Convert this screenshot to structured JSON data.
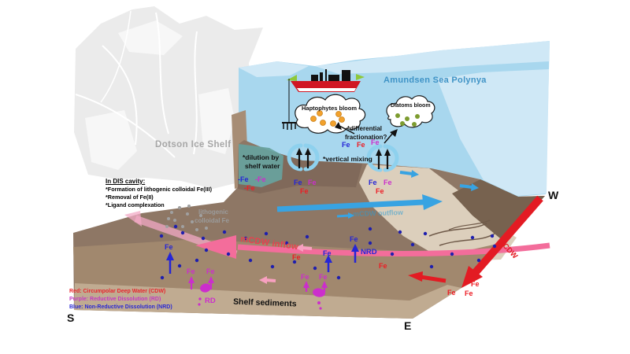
{
  "labels": {
    "dotson": "Dotson Ice Shelf",
    "polynya": "Amundsen Sea Polynya",
    "haptophytes": "Haptophytes bloom",
    "diatoms": "Diatoms bloom",
    "differential_1": "*differential",
    "differential_2": "fractionation?",
    "vertical_mixing": "*vertical mixing",
    "dilution_1": "*dilution by",
    "dilution_2": "shelf water",
    "lithogenic_1": "lithogenic",
    "lithogenic_2": "colloidal Fe",
    "mcdw_inflow": "mCDW inflow",
    "mcdw_outflow": "mCDW outflow",
    "cdw": "CDW",
    "nrd": "NRD",
    "rd": "RD",
    "shelf_sediments": "Shelf sediments"
  },
  "dis_cavity": {
    "header": "In DIS cavity:",
    "items": [
      "*Formation of lithogenic colloidal Fe(III)",
      "*Removal of Fe(II)",
      "*Ligand complexation"
    ]
  },
  "legend": [
    {
      "text": "Red: Circumpolar Deep Water (CDW)",
      "color": "#e8252d"
    },
    {
      "text": "Purple: Reductive Dissolution (RD)",
      "color": "#c239c2"
    },
    {
      "text": "Blue: Non-Reductive Dissolution (NRD)",
      "color": "#2929d4"
    }
  ],
  "compass": {
    "s": "S",
    "e": "E",
    "w": "W"
  },
  "fe": {
    "fractionation_row": [
      {
        "t": "Fe",
        "c": "blue"
      },
      {
        "t": "Fe",
        "c": "red"
      },
      {
        "t": "Fe",
        "c": "magenta"
      }
    ],
    "dilution_row": [
      {
        "t": "-Fe",
        "c": "blue"
      },
      {
        "t": "-Fe",
        "c": "magenta"
      },
      {
        "t": "-Fe",
        "c": "red"
      }
    ],
    "mixing_left": [
      {
        "t": "Fe",
        "c": "blue"
      },
      {
        "t": "Fe",
        "c": "magenta"
      },
      {
        "t": "Fe",
        "c": "red"
      }
    ],
    "mixing_right": [
      {
        "t": "Fe",
        "c": "blue"
      },
      {
        "t": "Fe",
        "c": "magenta"
      },
      {
        "t": "Fe",
        "c": "red"
      }
    ],
    "nrd_row": [
      "Fe",
      "Fe",
      "Fe"
    ],
    "sediment_red": [
      "Fe",
      "Fe"
    ],
    "rd_left": [
      "Fe",
      "Fe"
    ],
    "rd_right": [
      "Fe",
      "Fe"
    ],
    "cdw_tip": [
      "Fe",
      "Fe",
      "Fe"
    ]
  },
  "colors": {
    "fe_blue": "#2525d6",
    "fe_red": "#ed1c24",
    "fe_magenta": "#cc2ecc",
    "cdw_red": "#e31b23",
    "inflow_pink": "#f36d9b",
    "outflow_blue": "#38a3e2",
    "polynya_water": "#a8d7ee",
    "terrain_brown": "#8e7765",
    "ice_shelf_gray": "#ebebeb",
    "shelf_water_teal": "#68a39e",
    "polynya_label_blue": "#3f93c6"
  },
  "icons": {
    "ship": "research-vessel-icon",
    "ctd": "instrument-line-icon",
    "bloom_cloud": "cloud-outline-icon",
    "mixing": "circular-arrows-icon",
    "flux": "up-arrow-icon"
  }
}
